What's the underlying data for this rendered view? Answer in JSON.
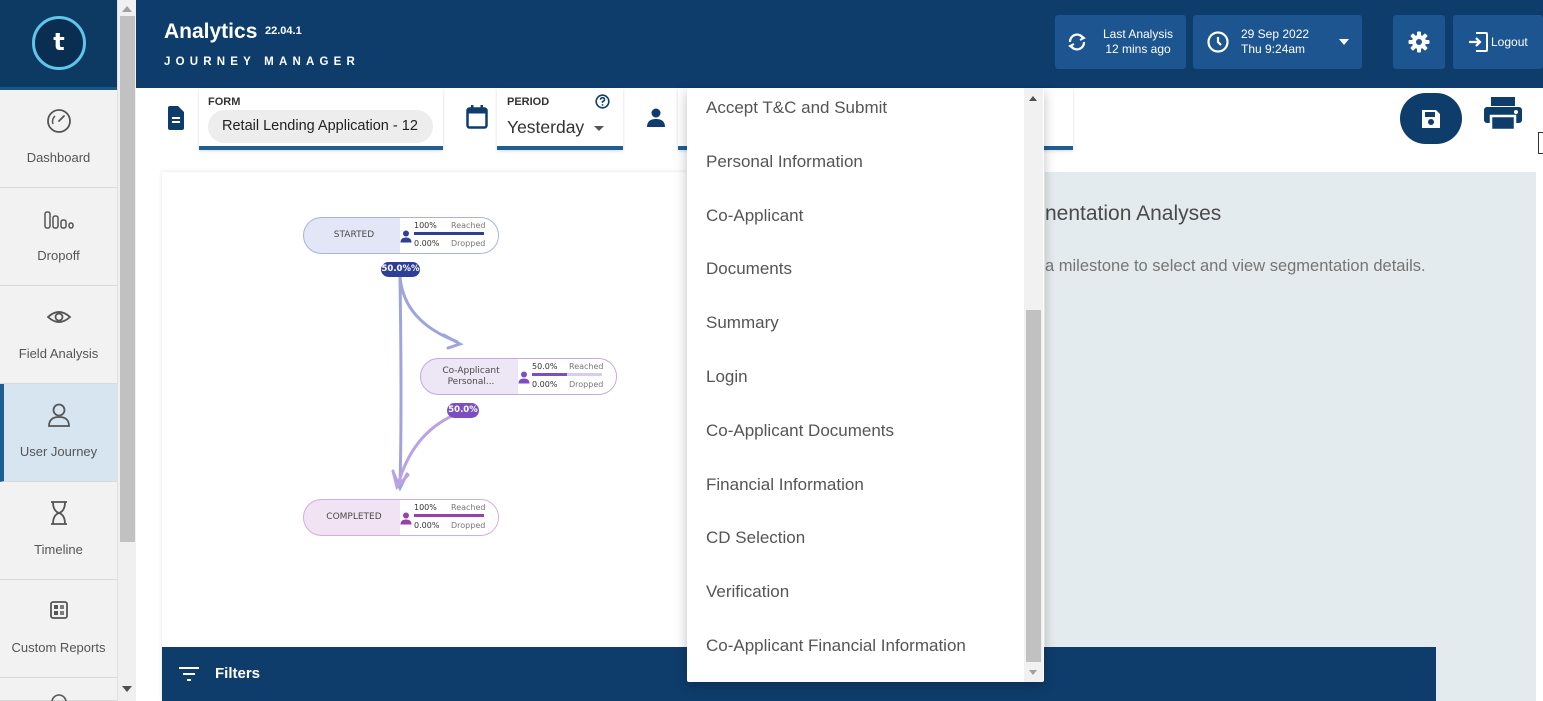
{
  "brand": {
    "logo_letter": "t"
  },
  "header": {
    "title": "Analytics",
    "version": "22.04.1",
    "subtitle": "JOURNEY MANAGER",
    "last_analysis": {
      "line1": "Last Analysis",
      "line2": "12 mins ago"
    },
    "date": {
      "line1": "29 Sep 2022",
      "line2": "Thu 9:24am"
    },
    "logout_label": "Logout"
  },
  "sidebar": {
    "items": [
      {
        "label": "Dashboard",
        "icon": "gauge-icon"
      },
      {
        "label": "Dropoff",
        "icon": "bar-chart-icon"
      },
      {
        "label": "Field Analysis",
        "icon": "eye-icon"
      },
      {
        "label": "User Journey",
        "icon": "user-icon",
        "active": true
      },
      {
        "label": "Timeline",
        "icon": "hourglass-icon"
      },
      {
        "label": "Custom Reports",
        "icon": "report-icon"
      }
    ]
  },
  "toolbar": {
    "form": {
      "label": "FORM",
      "value": "Retail Lending Application - 12"
    },
    "period": {
      "label": "PERIOD",
      "value": "Yesterday"
    }
  },
  "journey": {
    "nodes": [
      {
        "name": "STARTED",
        "reached_pct": "100%",
        "reached_label": "Reached",
        "dropped_pct": "0.00%",
        "dropped_label": "Dropped",
        "reached_fraction": 1.0
      },
      {
        "name_line1": "Co-Applicant",
        "name_line2": "Personal...",
        "reached_pct": "50.0%",
        "reached_label": "Reached",
        "dropped_pct": "0.00%",
        "dropped_label": "Dropped",
        "reached_fraction": 0.5
      },
      {
        "name": "COMPLETED",
        "reached_pct": "100%",
        "reached_label": "Reached",
        "dropped_pct": "0.00%",
        "dropped_label": "Dropped",
        "reached_fraction": 1.0
      }
    ],
    "flows": [
      {
        "label": "50.0%%"
      },
      {
        "label": "50.0%"
      }
    ]
  },
  "segmentation": {
    "title": "nentation Analyses",
    "description": "a milestone to select and view segmentation details."
  },
  "dropdown": {
    "items": [
      "Accept T&C and Submit",
      "Personal Information",
      "Co-Applicant",
      "Documents",
      "Summary",
      "Login",
      "Co-Applicant Documents",
      "Financial Information",
      "CD Selection",
      "Verification",
      "Co-Applicant Financial Information"
    ]
  },
  "filters": {
    "label": "Filters"
  },
  "colors": {
    "header_bg": "#0e3d6c",
    "header_button": "#1d5590",
    "accent_blue": "#1d5f93",
    "started_node": "#e3e6f6",
    "started_flow": "#2e3f98",
    "coapplicant_node": "#ece6f5",
    "coapplicant_flow": "#7b4fc0",
    "completed_node": "#f1e3f4"
  }
}
